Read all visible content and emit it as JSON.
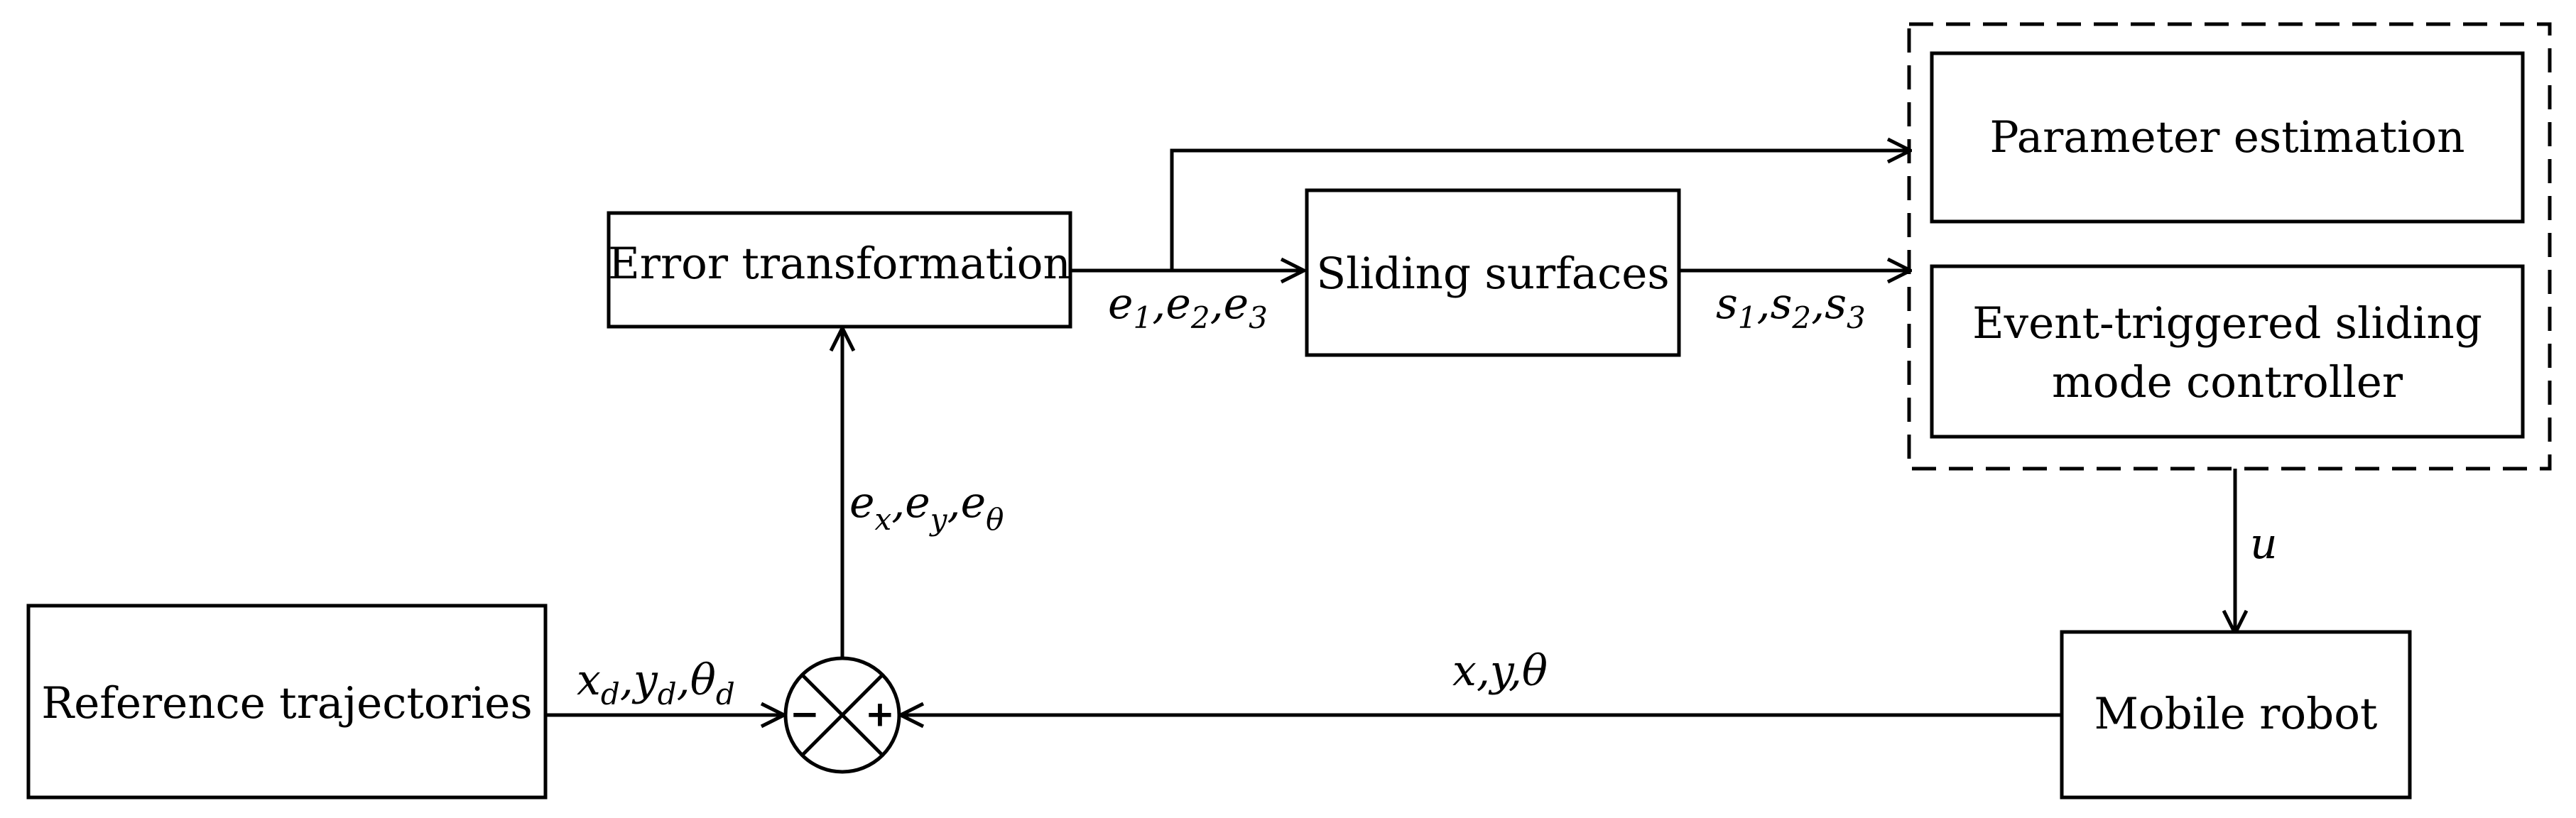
{
  "blocks": {
    "error_transformation": "Error transformation",
    "sliding_surfaces": "Sliding surfaces",
    "parameter_estimation": "Parameter estimation",
    "controller_line1": "Event-triggered sliding",
    "controller_line2": "mode controller",
    "reference_trajectories": "Reference trajectories",
    "mobile_robot": "Mobile robot"
  },
  "signals": {
    "e_vars": [
      {
        "base": "e",
        "sub": "1"
      },
      {
        "base": "e",
        "sub": "2"
      },
      {
        "base": "e",
        "sub": "3"
      }
    ],
    "s_vars": [
      {
        "base": "s",
        "sub": "1"
      },
      {
        "base": "s",
        "sub": "2"
      },
      {
        "base": "s",
        "sub": "3"
      }
    ],
    "tracking_errors": [
      {
        "base": "e",
        "sub": "x"
      },
      {
        "base": "e",
        "sub": "y"
      },
      {
        "base": "e",
        "sub": "θ"
      }
    ],
    "reference": [
      {
        "base": "x",
        "sub": "d"
      },
      {
        "base": "y",
        "sub": "d"
      },
      {
        "base": "θ",
        "sub": "d"
      }
    ],
    "control_input": "u",
    "robot_state": "x,y,θ",
    "separator": ","
  },
  "summing_junction": {
    "minus": "−",
    "plus": "+"
  }
}
